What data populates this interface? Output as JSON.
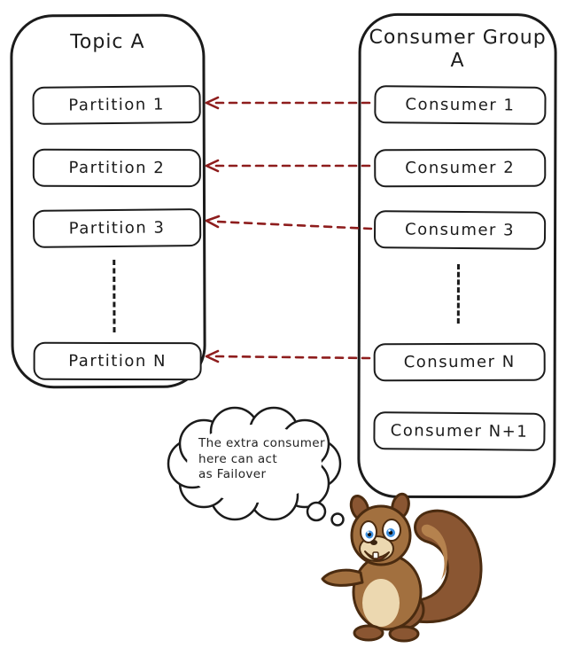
{
  "topic": {
    "title": "Topic A",
    "partitions": [
      "Partition 1",
      "Partition 2",
      "Partition 3",
      "Partition N"
    ]
  },
  "consumer_group": {
    "title_lines": [
      "Consumer Group",
      "A"
    ],
    "consumers": [
      "Consumer 1",
      "Consumer 2",
      "Consumer 3",
      "Consumer N",
      "Consumer N+1"
    ]
  },
  "thought_bubble": {
    "lines": [
      "The extra consumer",
      "here can act",
      "as Failover"
    ]
  },
  "colors": {
    "ink": "#1b1b1b",
    "arrow": "#8e1d1d"
  }
}
